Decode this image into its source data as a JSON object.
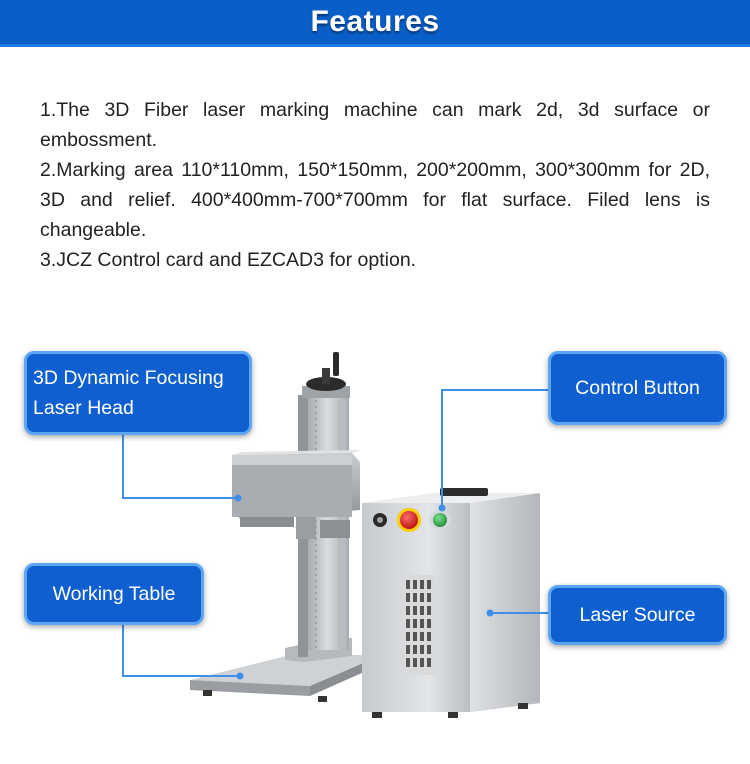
{
  "header": {
    "title": "Features"
  },
  "features": [
    "1.The 3D Fiber laser marking machine can mark 2d, 3d surface or embossment.",
    "2.Marking area 110*110mm, 150*150mm, 200*200mm, 300*300mm for 2D, 3D and relief. 400*400mm-700*700mm for flat surface. Filed lens is changeable.",
    "3.JCZ Control card and EZCAD3 for option."
  ],
  "callouts": {
    "head_line1": "3D Dynamic Focusing",
    "head_line2": "Laser Head",
    "control": "Control Button",
    "table": "Working Table",
    "laser": "Laser Source"
  },
  "colors": {
    "header_blue": "#0a5ec8",
    "callout_blue": "#0f5fd0",
    "callout_border": "#5aa6f5",
    "leader_line": "#3f8fe8",
    "estop_red": "#d81f1f",
    "button_green": "#2eb04a"
  },
  "icons": {
    "estop": "red-emergency-stop-button",
    "start": "green-start-button",
    "key": "key-switch"
  }
}
